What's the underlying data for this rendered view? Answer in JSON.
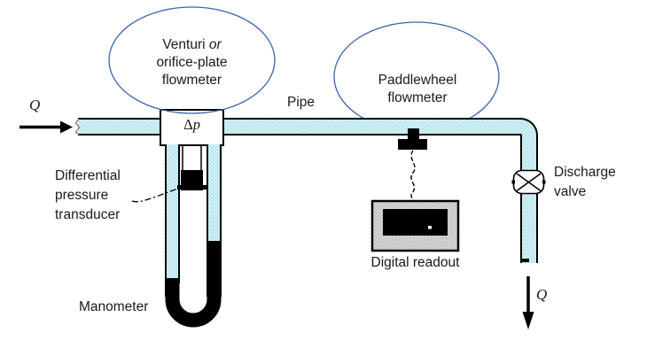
{
  "figure": {
    "type": "flow-measurement-schematic",
    "labels": {
      "venturi": {
        "line1_pre": "Venturi ",
        "line1_italic": "or",
        "line2": "orifice-plate",
        "line3": "flowmeter"
      },
      "paddlewheel": {
        "line1": "Paddlewheel",
        "line2": "flowmeter"
      },
      "pipe": "Pipe",
      "dp": {
        "symbol": "Δ",
        "variable": "p"
      },
      "transducer": {
        "line1": "Differential",
        "line2": "pressure",
        "line3": "transducer"
      },
      "manometer": "Manometer",
      "readout": "Digital readout",
      "valve": {
        "line1": "Discharge",
        "line2": "valve"
      },
      "flow_in": "Q",
      "flow_out": "Q"
    },
    "colors": {
      "pipe_fill": "#d8f3f6",
      "pipe_check": "#b4e5eb",
      "ellipse_stroke": "#3a64ad",
      "bezel": "#d6d6d6",
      "bezel_dot": "#c4c4c4",
      "ink": "#000000",
      "text": "#1a1a1a"
    }
  }
}
